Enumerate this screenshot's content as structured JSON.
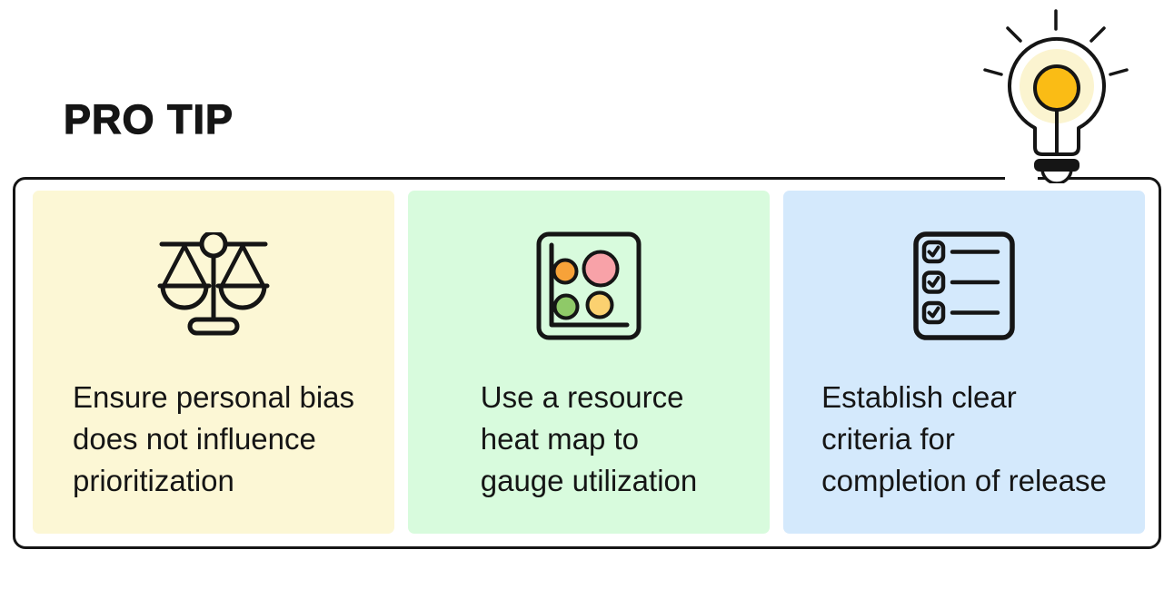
{
  "header": {
    "title": "PRO TIP"
  },
  "colors": {
    "ink": "#151515",
    "card_yellow": "#FCF7D5",
    "card_green": "#D8FBDD",
    "card_blue": "#D4E9FC",
    "bulb_glow": "#FBF4D0",
    "bulb_filament": "#FABC15",
    "dot_orange": "#F7A239",
    "dot_pink": "#F8A2A8",
    "dot_green": "#8FC968",
    "dot_yellow": "#FBD170"
  },
  "cards": [
    {
      "icon": "balance-scale-icon",
      "bg": "#FCF7D5",
      "lines": [
        "Ensure personal bias",
        "does not influence",
        "prioritization"
      ]
    },
    {
      "icon": "heat-map-icon",
      "bg": "#D8FBDD",
      "lines": [
        "Use a resource",
        "heat map to",
        "gauge utilization"
      ]
    },
    {
      "icon": "checklist-icon",
      "bg": "#D4E9FC",
      "lines": [
        "Establish clear",
        "criteria for",
        "completion of release"
      ]
    }
  ]
}
